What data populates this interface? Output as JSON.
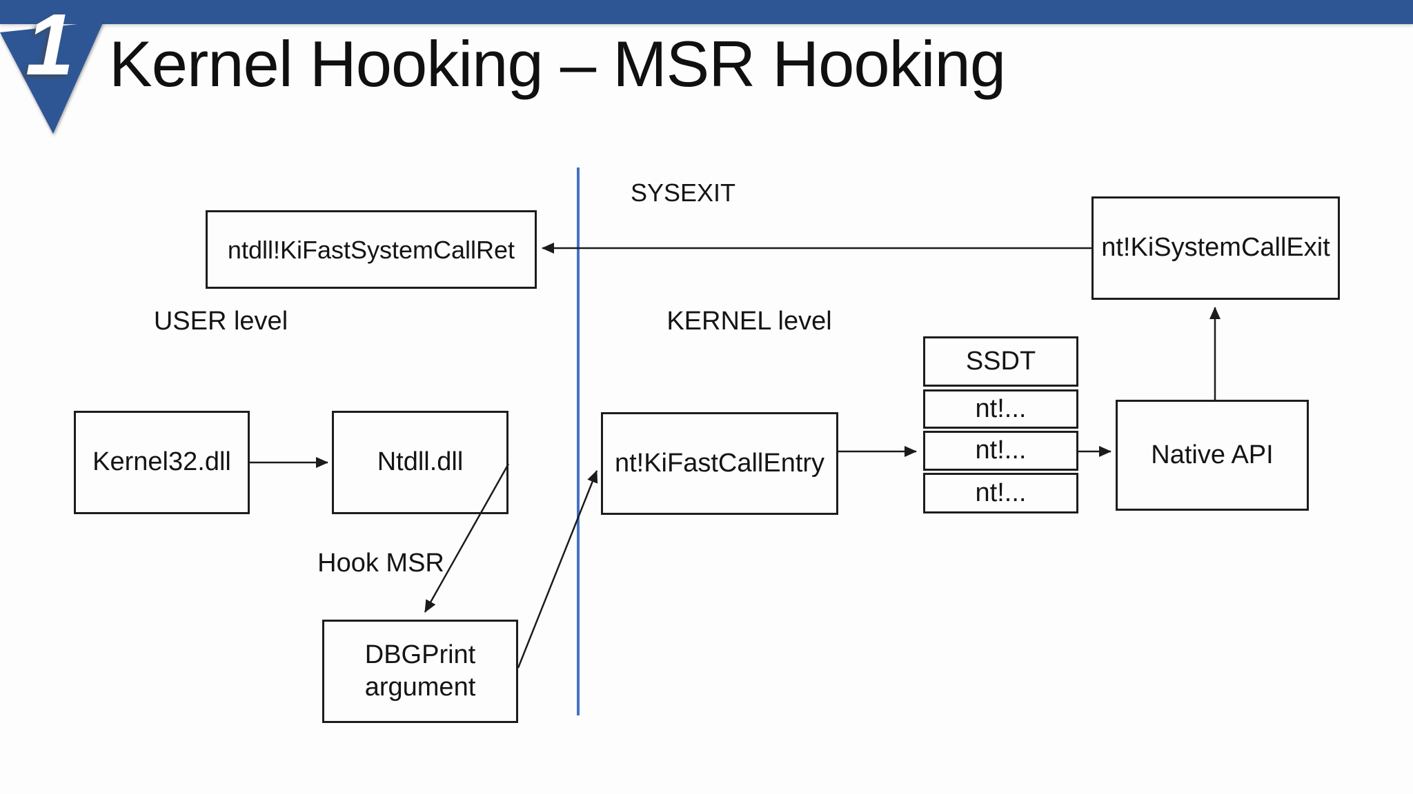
{
  "slide": {
    "number": "1",
    "title": "Kernel Hooking – MSR Hooking"
  },
  "colors": {
    "header_bar": "#2F5694",
    "banner_triangle": "#2F5694",
    "divider_line": "#4472C4",
    "box_border": "#1c1c1c",
    "arrow": "#1b1b1b",
    "background": "#fdfdfd"
  },
  "labels": {
    "sysexit": "SYSEXIT",
    "user_level": "USER level",
    "kernel_level": "KERNEL level",
    "hook_msr": "Hook MSR"
  },
  "boxes": {
    "ntdll_ret": "ntdll!KiFastSystemCallRet",
    "ki_system_call_exit": "nt!KiSystemCallExit",
    "kernel32": "Kernel32.dll",
    "ntdll": "Ntdll.dll",
    "ki_fast_call_entry": "nt!KiFastCallEntry",
    "native_api": "Native API",
    "dbgprint_line1": "DBGPrint",
    "dbgprint_line2": "argument",
    "ssdt_header": "SSDT",
    "ssdt_rows": [
      "nt!...",
      "nt!...",
      "nt!..."
    ]
  }
}
